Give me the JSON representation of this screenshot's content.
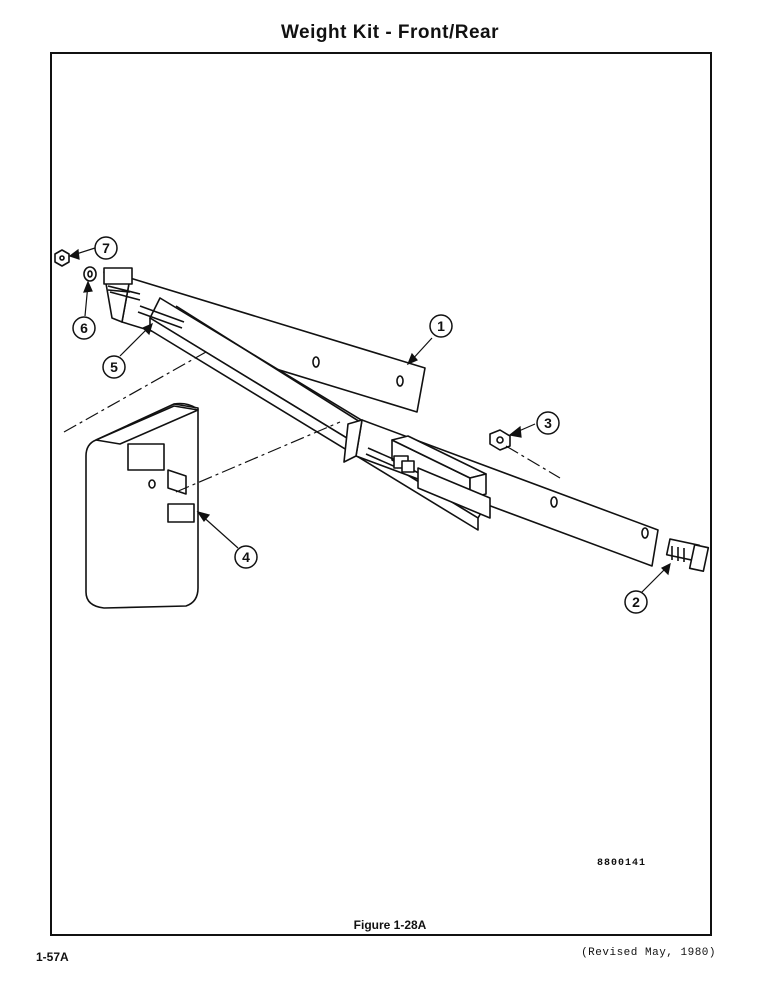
{
  "header": {
    "title": "Weight Kit - Front/Rear"
  },
  "figure": {
    "drawing_number": "8800141",
    "caption": "Figure 1-28A",
    "callouts": [
      {
        "id": "callout-1",
        "label": "1"
      },
      {
        "id": "callout-2",
        "label": "2"
      },
      {
        "id": "callout-3",
        "label": "3"
      },
      {
        "id": "callout-4",
        "label": "4"
      },
      {
        "id": "callout-5",
        "label": "5"
      },
      {
        "id": "callout-6",
        "label": "6"
      },
      {
        "id": "callout-7",
        "label": "7"
      }
    ]
  },
  "footer": {
    "page_number": "1-57A",
    "revision": "(Revised May, 1980)"
  }
}
